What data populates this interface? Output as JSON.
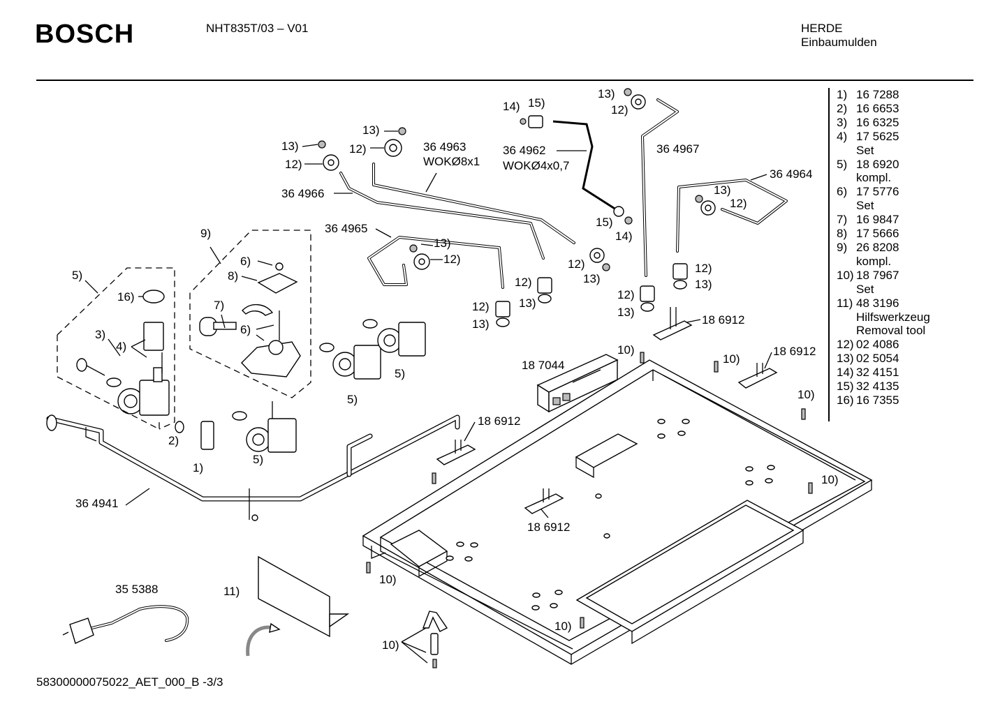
{
  "header": {
    "brand": "BOSCH",
    "model": "NHT835T/03 – V01",
    "category": "HERDE",
    "subcategory": "Einbaumulden"
  },
  "footer": {
    "doc_id": "58300000075022_AET_000_B   -3/3"
  },
  "parts_list": [
    {
      "num": "1)",
      "lines": [
        "16 7288"
      ]
    },
    {
      "num": "2)",
      "lines": [
        "16 6653"
      ]
    },
    {
      "num": "3)",
      "lines": [
        "16 6325"
      ]
    },
    {
      "num": "4)",
      "lines": [
        "17 5625",
        "Set"
      ]
    },
    {
      "num": "5)",
      "lines": [
        "18 6920",
        "kompl."
      ]
    },
    {
      "num": "6)",
      "lines": [
        "17 5776",
        "Set"
      ]
    },
    {
      "num": "7)",
      "lines": [
        "16 9847"
      ]
    },
    {
      "num": "8)",
      "lines": [
        "17 5666"
      ]
    },
    {
      "num": "9)",
      "lines": [
        "26 8208",
        "kompl."
      ]
    },
    {
      "num": "10)",
      "lines": [
        "18 7967",
        "Set"
      ]
    },
    {
      "num": "11)",
      "lines": [
        "48 3196",
        "Hilfswerkzeug",
        "Removal tool"
      ]
    },
    {
      "num": "12)",
      "lines": [
        "02 4086"
      ]
    },
    {
      "num": "13)",
      "lines": [
        "02 5054"
      ]
    },
    {
      "num": "14)",
      "lines": [
        "32 4151"
      ]
    },
    {
      "num": "15)",
      "lines": [
        "32 4135"
      ]
    },
    {
      "num": "16)",
      "lines": [
        "16 7355"
      ]
    }
  ],
  "callouts": {
    "c13a": "13)",
    "c12a": "12)",
    "c14a": "14)",
    "c15a": "15)",
    "c13b": "13)",
    "c12b": "12)",
    "p364963": "36 4963",
    "wok8": "WOKØ8x1",
    "p364962": "36 4962",
    "wok4": "WOKØ4x0,7",
    "p364967": "36 4967",
    "c13c": "13)",
    "c12c": "12)",
    "p364966": "36 4966",
    "p364964": "36 4964",
    "c13d": "13)",
    "c12d": "12)",
    "p364965": "36 4965",
    "c13e": "13)",
    "c12e": "12)",
    "c15b": "15)",
    "c14b": "14)",
    "c12f": "12)",
    "c13f": "13)",
    "c12g": "12)",
    "c13g": "13)",
    "c12h": "12)",
    "c13h": "13)",
    "c12i": "12)",
    "c13i": "13)",
    "c12j": "12)",
    "c13j": "13)",
    "c9": "9)",
    "c6a": "6)",
    "c8": "8)",
    "c7": "7)",
    "c6b": "6)",
    "c5a": "5)",
    "c16": "16)",
    "c3": "3)",
    "c4": "4)",
    "c2": "2)",
    "c1": "1)",
    "c5b": "5)",
    "c5c": "5)",
    "c5d": "5)",
    "p186912a": "18 6912",
    "p186912b": "18 6912",
    "p186912c": "18 6912",
    "p186912d": "18 6912",
    "p187044": "18 7044",
    "c10a": "10)",
    "c10b": "10)",
    "c10c": "10)",
    "c10d": "10)",
    "c10e": "10)",
    "c10f": "10)",
    "c10g": "10)",
    "p364941": "36 4941",
    "p355388": "35 5388",
    "c11": "11)"
  }
}
